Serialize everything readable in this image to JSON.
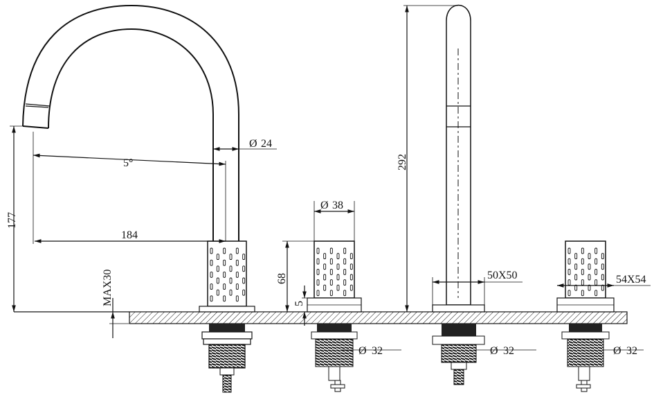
{
  "drawing": {
    "dimensions": {
      "spout_dia": "24",
      "angle": "5°",
      "spout_height": "177",
      "spout_reach": "184",
      "max_deck": "MAX30",
      "handle_dia": "38",
      "handle_height": "68",
      "base_gap": "5",
      "column_height": "292",
      "base_square_1": "50X50",
      "base_square_2": "54X54",
      "thread_1": "32",
      "thread_2": "32",
      "thread_3": "32"
    },
    "symbols": {
      "diameter": "Ø"
    }
  }
}
